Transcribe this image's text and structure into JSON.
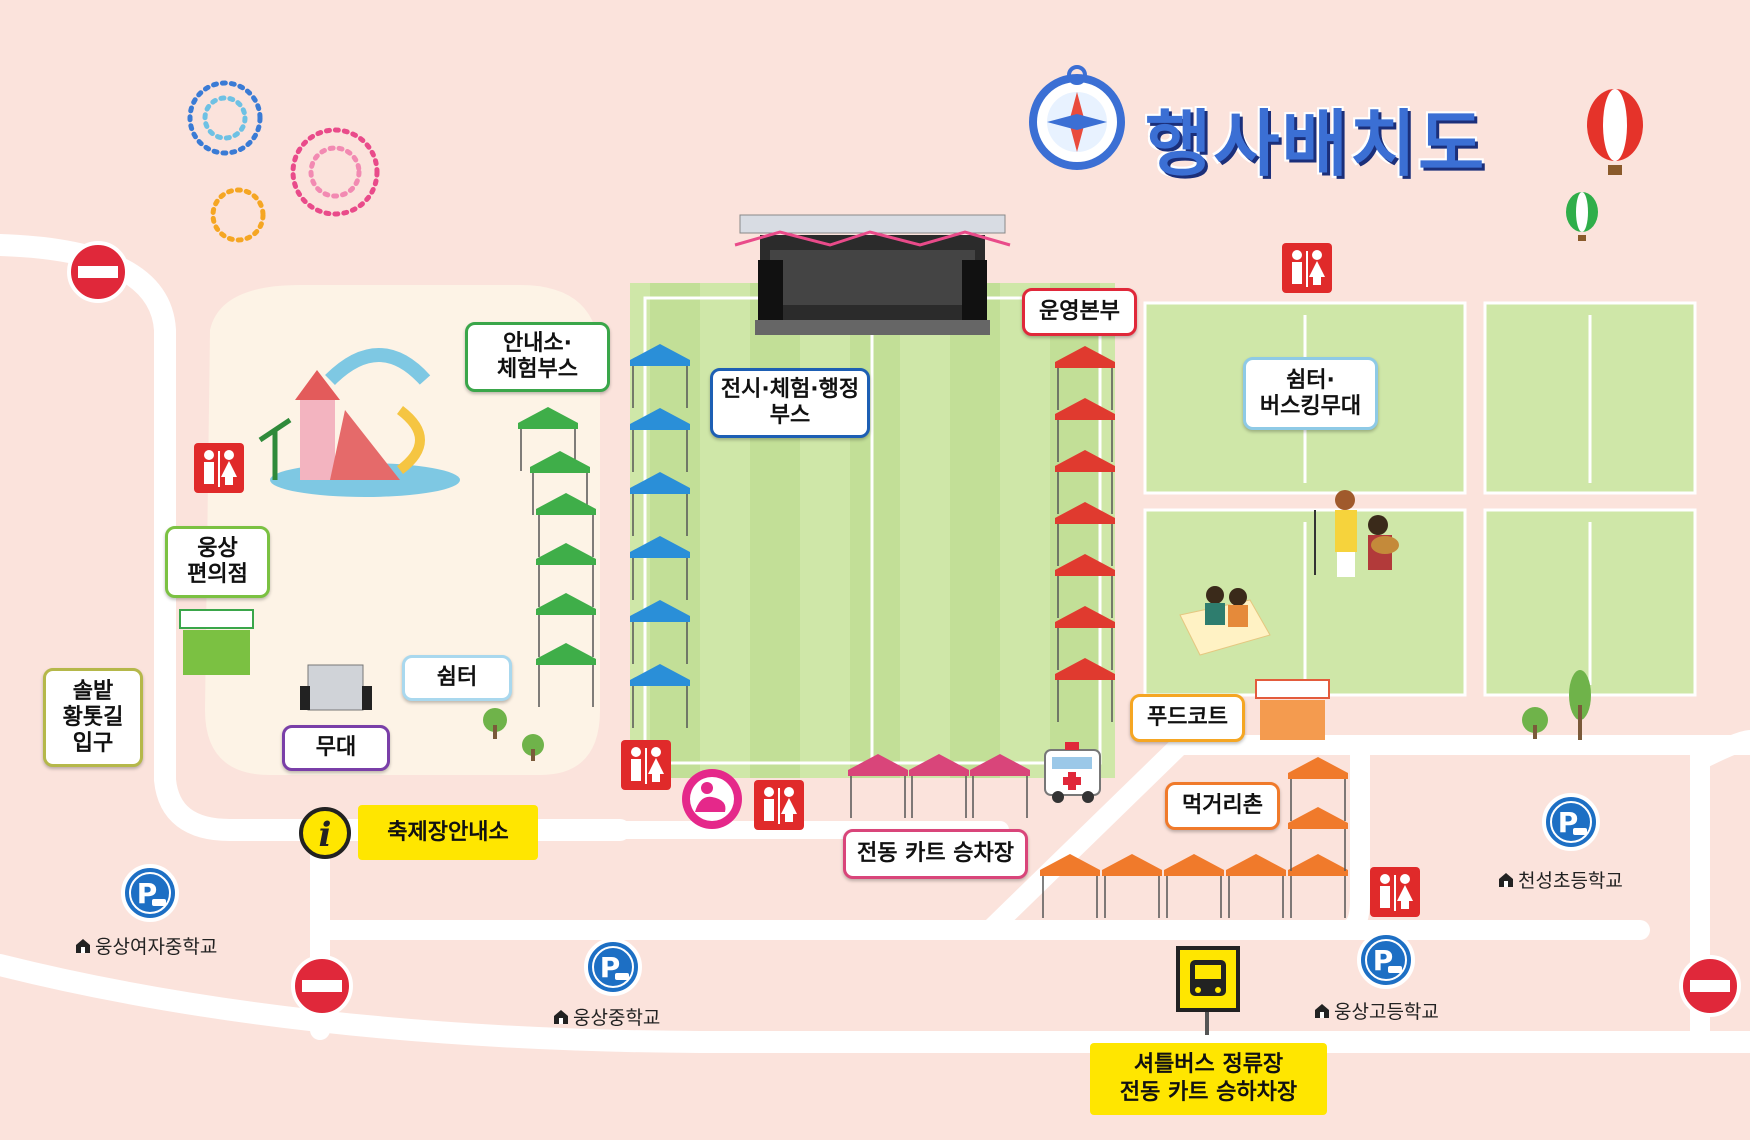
{
  "title": "행사배치도",
  "labels": {
    "info_booth": "안내소·\n체험부스",
    "exhibit": "전시·체험·행정\n부스",
    "hq": "운영본부",
    "shelter_busking": "쉼터·\n버스킹무대",
    "store": "웅상\n편의점",
    "entrance": "솔밭\n황톳길\n입구",
    "shelter": "쉼터",
    "stage": "무대",
    "food_court": "푸드코트",
    "food_village": "먹거리촌",
    "cart_stop": "전동 카트 승차장",
    "festival_info": "축제장안내소",
    "shuttle": "셔틀버스 정류장\n전동 카트 승하차장"
  },
  "schools": {
    "girls_middle": "웅상여자중학교",
    "middle": "웅상중학교",
    "high": "웅상고등학교",
    "elementary": "천성초등학교"
  },
  "icons": {
    "parking": "P",
    "restroom": "restroom-icon",
    "no_entry": "no-entry-icon",
    "info": "i",
    "nursing": "nursing-room-icon",
    "bus": "bus-stop-icon",
    "ambulance": "ambulance-icon"
  },
  "colors": {
    "background": "#fbe3dc",
    "road": "#ffffff",
    "field": "#cfe7a8",
    "field_stripe": "#bcdc90",
    "plaza": "#fdf3e6",
    "tent_blue": "#2a8fd8",
    "tent_green": "#3fae49",
    "tent_red": "#e03a2f",
    "tent_pink": "#d9457a",
    "tent_orange": "#f07a2b",
    "restroom": "#e02a2a",
    "no_entry": "#e0283a",
    "parking": "#1d6fc4",
    "label_yellow": "#ffe600",
    "title": "#3b6fd4"
  }
}
